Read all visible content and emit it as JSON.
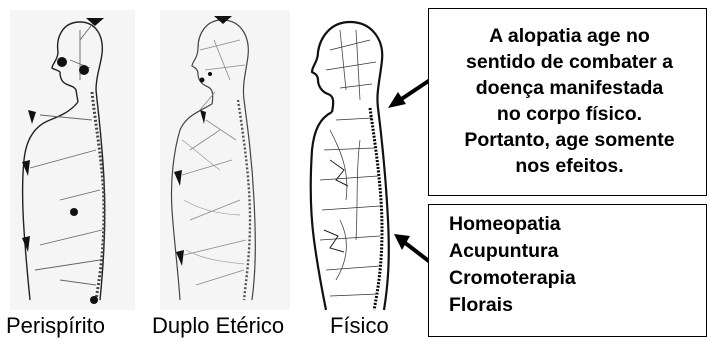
{
  "figure_labels": {
    "perispirito": "Perispírito",
    "duplo_eterico": "Duplo Etérico",
    "fisico": "Físico"
  },
  "alopatia_box": {
    "lines": [
      "A alopatia age no",
      "sentido de combater a",
      "doença manifestada",
      "no corpo físico.",
      "Portanto, age somente",
      "nos efeitos."
    ]
  },
  "therapies_box": {
    "items": [
      "Homeopatia",
      "Acupuntura",
      "Cromoterapia",
      "Florais"
    ]
  },
  "colors": {
    "ink": "#000000",
    "background": "#ffffff"
  }
}
